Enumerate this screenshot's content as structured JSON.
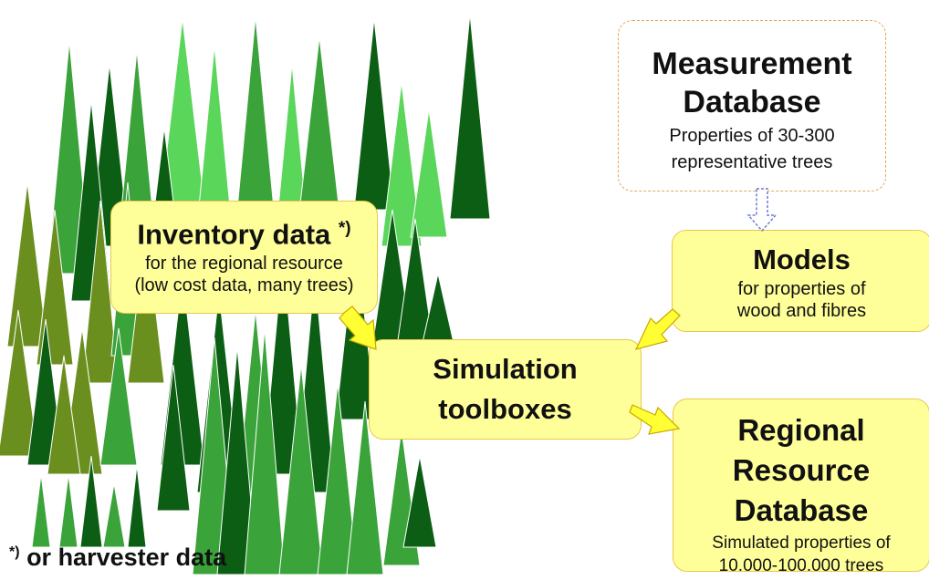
{
  "measurement": {
    "title_line1": "Measurement",
    "title_line2": "Database",
    "sub_line1": "Properties of 30-300",
    "sub_line2": "representative trees"
  },
  "inventory": {
    "title": "Inventory data ",
    "title_mark": "*)",
    "sub_line1": "for the regional resource",
    "sub_line2": "(low cost data, many trees)"
  },
  "models": {
    "title": "Models",
    "sub_line1": "for properties of",
    "sub_line2": "wood and fibres"
  },
  "simulation": {
    "title_line1": "Simulation",
    "title_line2": "toolboxes"
  },
  "regional": {
    "title_line1": "Regional",
    "title_line2": "Resource",
    "title_line3": "Database",
    "sub_line1": "Simulated properties of",
    "sub_line2": "10.000-100.000 trees"
  },
  "footnote": {
    "mark": "*)",
    "text": " or harvester data"
  },
  "colors": {
    "box_fill": "#ffff99",
    "box_border": "#e6c84c",
    "dashed_border": "#e0a85a",
    "arrow_fill": "#ffff33",
    "dashed_arrow": "#6b7bd6",
    "tree_dark": "#0b5e13",
    "tree_mid": "#3aa33a",
    "tree_light": "#5ad65a",
    "tree_olive": "#6b8f1e"
  }
}
